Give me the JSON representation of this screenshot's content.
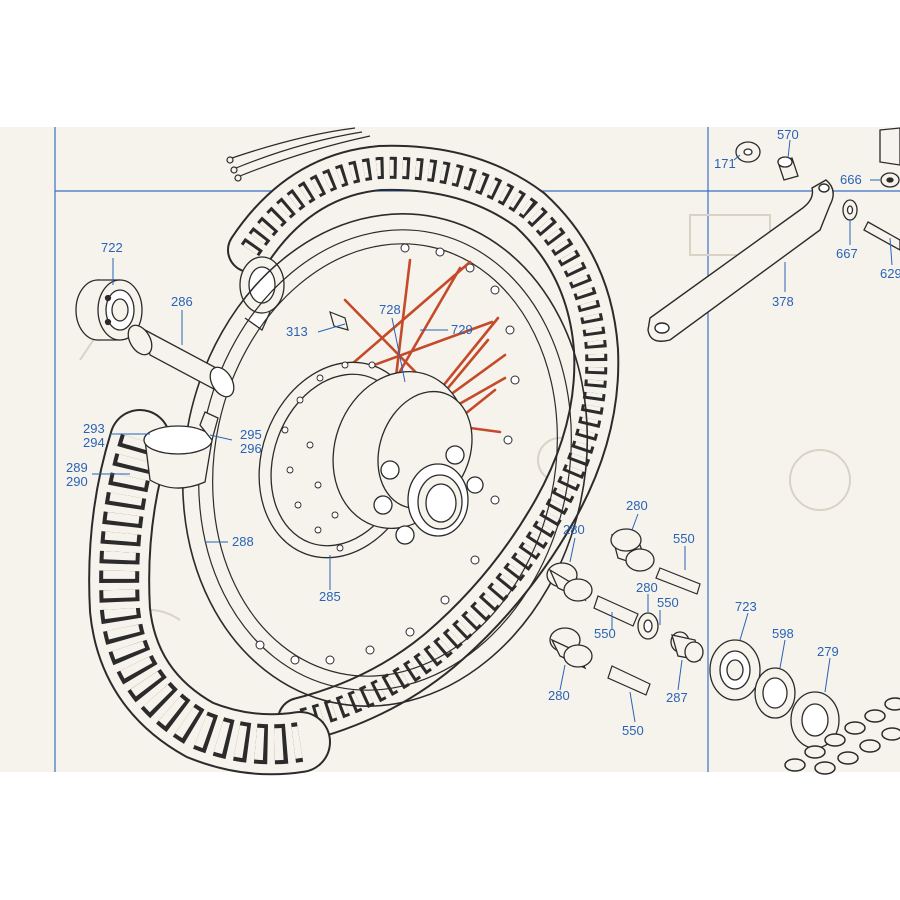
{
  "colors": {
    "page": "#ffffff",
    "paper": "#f6f3ec",
    "ink": "#2b2b2b",
    "callout_blue": "#2a63b6",
    "spoke_red": "#c44a2a"
  },
  "callouts": {
    "p171": "171",
    "p570": "570",
    "p666": "666",
    "p667": "667",
    "p629": "629",
    "p378": "378",
    "p722": "722",
    "p286": "286",
    "p313": "313",
    "p728": "728",
    "p729": "729",
    "p293": "293",
    "p294": "294",
    "p295": "295",
    "p296": "296",
    "p289": "289",
    "p290": "290",
    "p288": "288",
    "p285": "285",
    "p280a": "280",
    "p280b": "280",
    "p280c": "280",
    "p280d": "280",
    "p550a": "550",
    "p550b": "550",
    "p550c": "550",
    "p550d": "550",
    "p287": "287",
    "p723": "723",
    "p598": "598",
    "p279": "279"
  }
}
